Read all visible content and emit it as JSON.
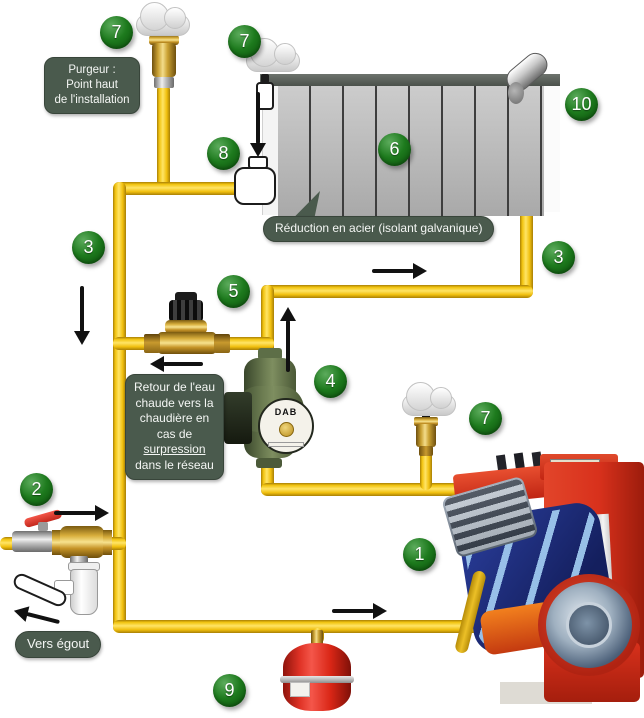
{
  "colors": {
    "pipe_yellow": "#f2c410",
    "marker_green": "#1d7a1d",
    "label_bg": "#4a5a4d",
    "boiler_red": "#d8311c",
    "vessel_red": "#e03326",
    "radiator_gray": "#bdbdbd",
    "pump_green": "#6d7d52",
    "brass": "#d8ae3c"
  },
  "markers": [
    {
      "label": "7"
    },
    {
      "label": "7"
    },
    {
      "label": "8"
    },
    {
      "label": "6"
    },
    {
      "label": "10"
    },
    {
      "label": "3"
    },
    {
      "label": "3"
    },
    {
      "label": "5"
    },
    {
      "label": "4"
    },
    {
      "label": "7"
    },
    {
      "label": "2"
    },
    {
      "label": "1"
    },
    {
      "label": "9"
    }
  ],
  "labels": {
    "purgeur": {
      "line1": "Purgeur :",
      "line2": "Point haut",
      "line3": "de l'installation"
    },
    "reduction": "Réduction en acier (isolant galvanique)",
    "retour": {
      "line1": "Retour de l'eau",
      "line2": "chaude vers la",
      "line3": "chaudière en",
      "line4": "cas de",
      "line5": "surpression",
      "line6": "dans le réseau"
    },
    "vers_egout": "Vers égout"
  },
  "pump": {
    "brand": "DAB"
  }
}
